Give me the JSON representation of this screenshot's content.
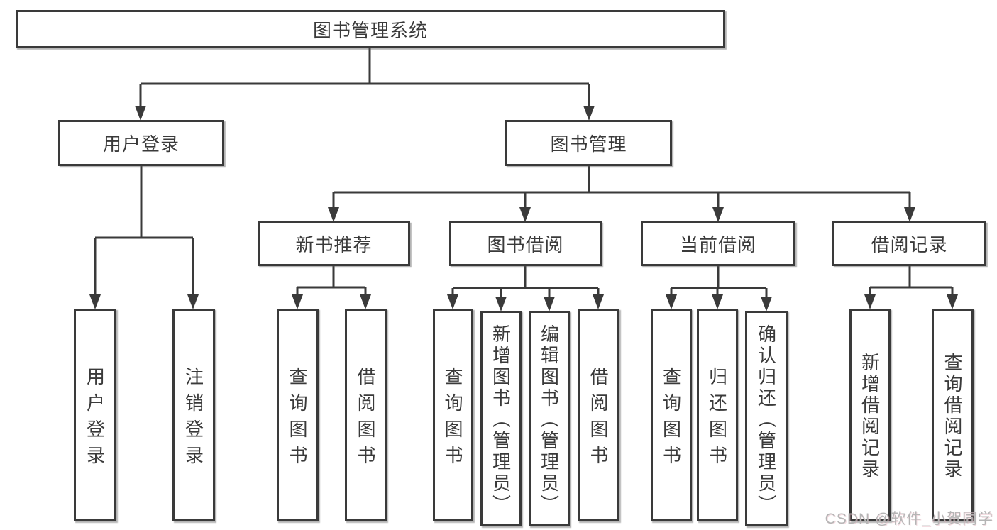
{
  "diagram": {
    "tree": {
      "label": "图书管理系统",
      "children": [
        {
          "label": "用户登录",
          "children": [
            {
              "label": "用户登录"
            },
            {
              "label": "注销登录"
            }
          ]
        },
        {
          "label": "图书管理",
          "children": [
            {
              "label": "新书推荐",
              "children": [
                {
                  "label": "查询图书"
                },
                {
                  "label": "借阅图书"
                }
              ]
            },
            {
              "label": "图书借阅",
              "children": [
                {
                  "label": "查询图书"
                },
                {
                  "label": "新增图书（管理员）"
                },
                {
                  "label": "编辑图书（管理员）"
                },
                {
                  "label": "借阅图书"
                }
              ]
            },
            {
              "label": "当前借阅",
              "children": [
                {
                  "label": "查询图书"
                },
                {
                  "label": "归还图书"
                },
                {
                  "label": "确认归还（管理员）"
                }
              ]
            },
            {
              "label": "借阅记录",
              "children": [
                {
                  "label": "新增借阅记录"
                },
                {
                  "label": "查询借阅记录"
                }
              ]
            }
          ]
        }
      ]
    },
    "colors": {
      "line": "#3a3a3a",
      "text": "#3a3a3a",
      "box_fill": "#ffffff",
      "watermark": "#b5b5b5"
    }
  },
  "watermark": {
    "text": "CSDN @软件_小贺同学"
  }
}
